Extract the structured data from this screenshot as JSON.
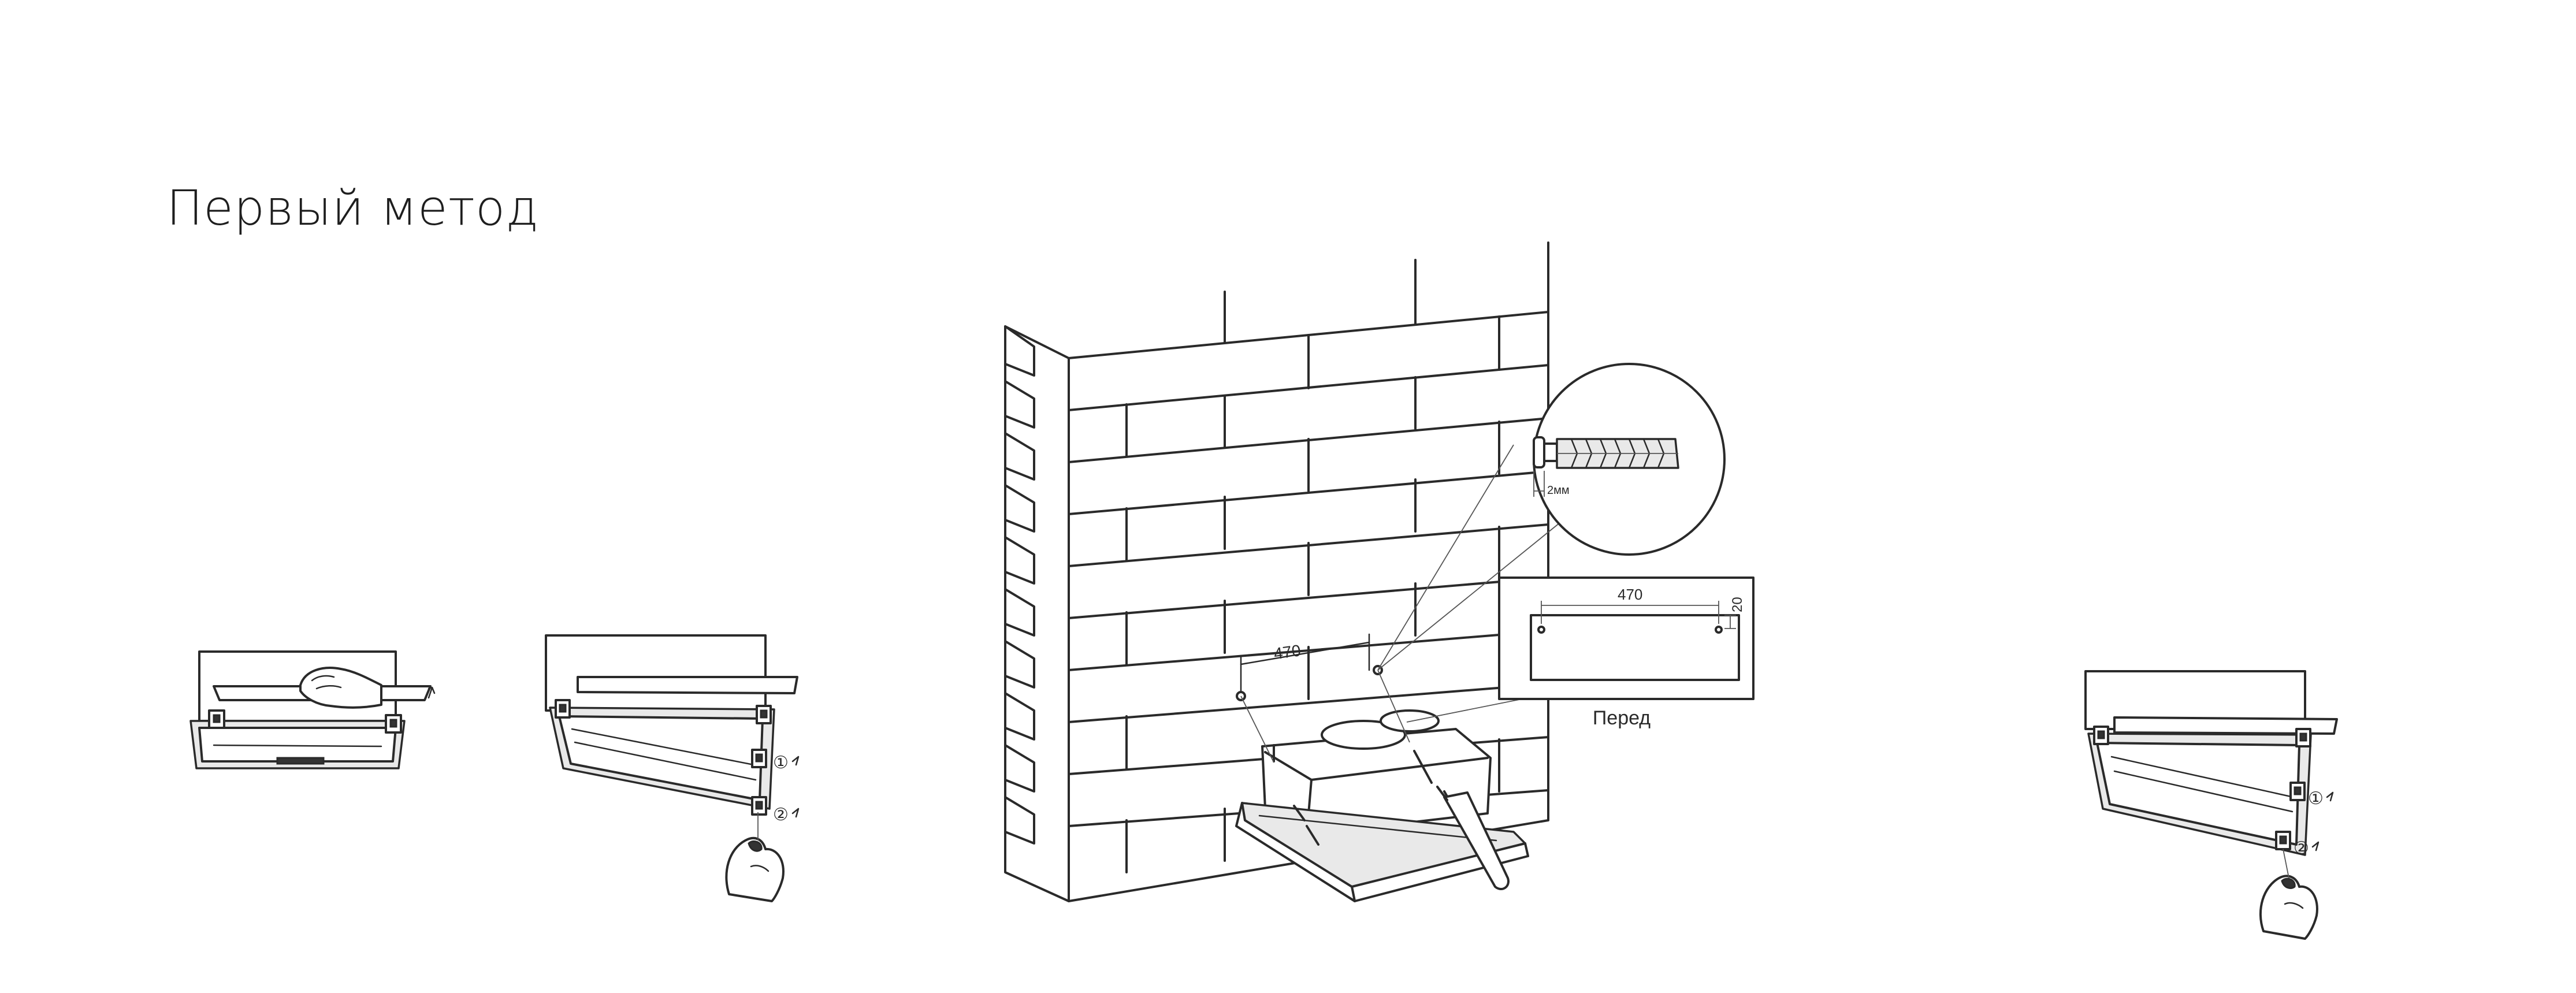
{
  "title": "Первый метод",
  "labels": {
    "wall_dimension": "470",
    "template_dimension": "470",
    "template_offset": "20",
    "dowel_gap": "2мм",
    "front_label": "Перед",
    "step_marker_1": "①",
    "step_marker_2": "②"
  },
  "icons": {
    "hood": "range-hood",
    "hand": "hand-icon",
    "screwdriver": "screwdriver-icon",
    "dowel": "wall-plug-icon"
  },
  "colors": {
    "line": "#2a2a2a",
    "background": "#ffffff"
  }
}
